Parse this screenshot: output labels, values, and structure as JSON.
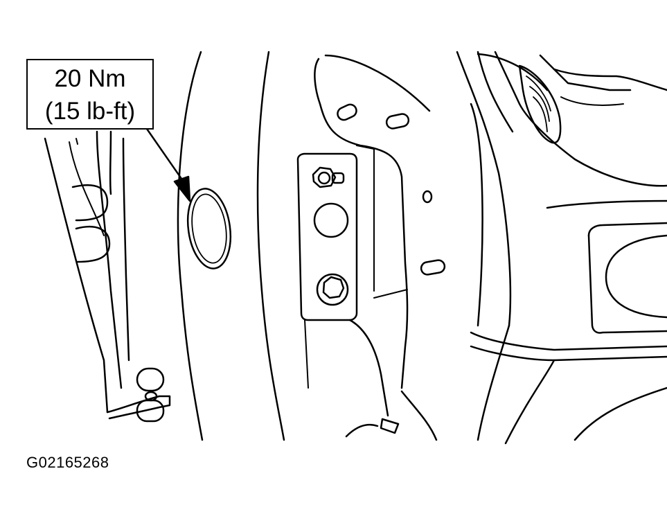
{
  "callout": {
    "torque_nm": "20 Nm",
    "torque_lbft": "(15 lb-ft)"
  },
  "figure_id": "G02165268",
  "colors": {
    "line": "#000000",
    "background": "#ffffff"
  }
}
